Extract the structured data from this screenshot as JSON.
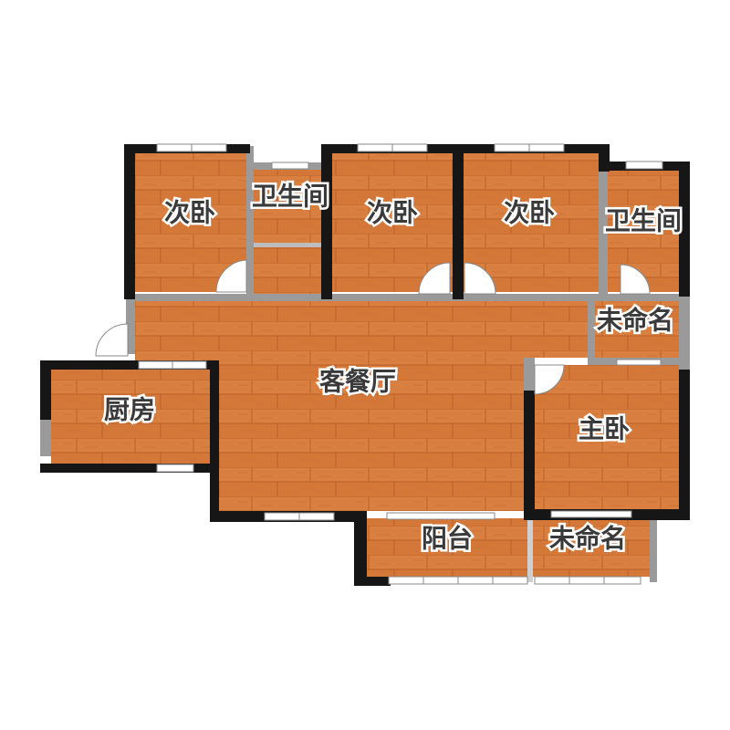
{
  "rooms": {
    "bedroom_left": "次卧",
    "bath_left": "卫生间",
    "bedroom_mid": "次卧",
    "bedroom_right": "次卧",
    "bath_right": "卫生间",
    "unnamed_top": "未命名",
    "living_dining": "客餐厅",
    "kitchen": "厨房",
    "master_bedroom": "主卧",
    "balcony": "阳台",
    "unnamed_bottom": "未命名"
  },
  "colors": {
    "floor": "#d4783a",
    "floor_line": "#b9612a",
    "floor_light": "#e08a48",
    "wall_dark": "#161616",
    "wall_gray": "#9a9a9a",
    "window": "#ffffff"
  }
}
